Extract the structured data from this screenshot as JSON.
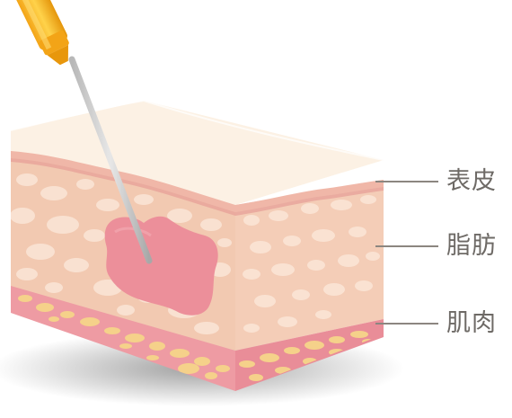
{
  "labels": {
    "epidermis": "表皮",
    "fat": "脂肪",
    "muscle": "肌肉"
  },
  "colors": {
    "epidermis_top": "#fbeede",
    "fat_front": "#f2c9b1",
    "fat_side": "#f4cdb7",
    "fat_globule": "#fbe6d7",
    "lesion": "#ec8f9a",
    "muscle": "#ee9ba3",
    "muscle_globule": "#f5d18a",
    "needle_handle": "#f6b41d",
    "needle_shaft": "#d9d9d9",
    "label_text": "#6e6a66",
    "leader_line": "#8c8680"
  },
  "icons": {
    "needle": "needle-probe-icon"
  }
}
